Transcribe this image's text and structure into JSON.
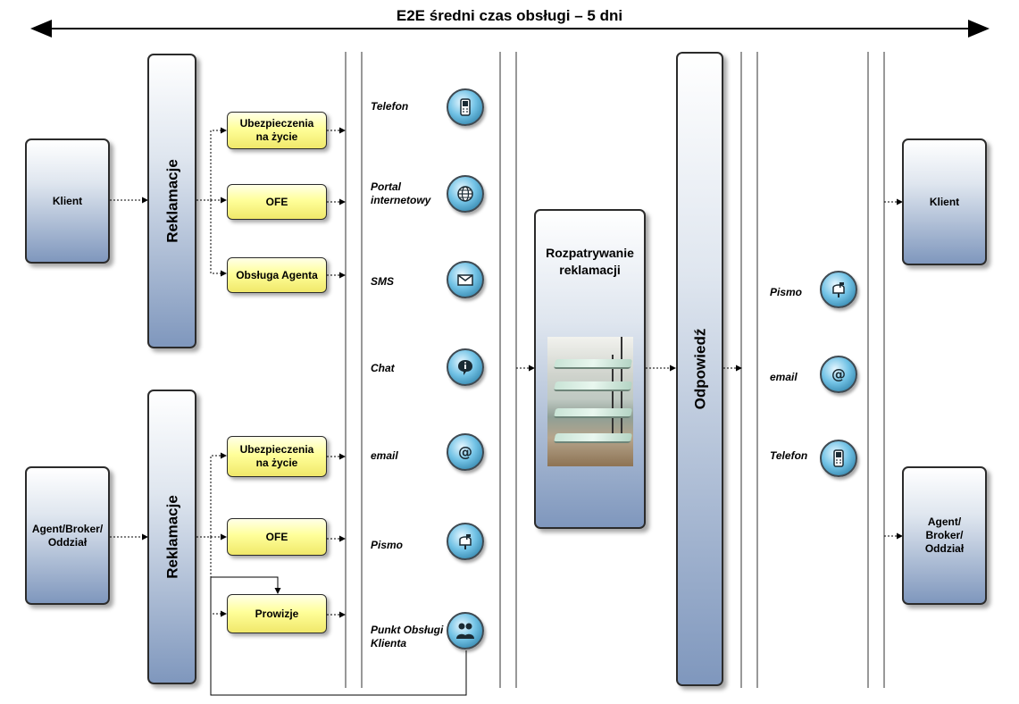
{
  "title": "E2E średni czas obsługi – 5 dni",
  "sources": {
    "klient": "Klient",
    "agent_lines": [
      "Agent/Broker/",
      "Oddział"
    ]
  },
  "reklamacje_top": "Reklamacje",
  "reklamacje_bottom": "Reklamacje",
  "categories_top": {
    "ubezp_lines": [
      "Ubezpieczenia",
      "na życie"
    ],
    "ofe": "OFE",
    "agent": "Obsługa Agenta"
  },
  "categories_bottom": {
    "ubezp_lines": [
      "Ubezpieczenia",
      "na życie"
    ],
    "ofe": "OFE",
    "prowizje": "Prowizje"
  },
  "channels_in": [
    {
      "lines": [
        "Telefon"
      ],
      "icon": "phone-icon"
    },
    {
      "lines": [
        "Portal",
        "internetowy"
      ],
      "icon": "globe-icon"
    },
    {
      "lines": [
        "SMS"
      ],
      "icon": "envelope-icon"
    },
    {
      "lines": [
        "Chat"
      ],
      "icon": "chat-icon"
    },
    {
      "lines": [
        "email"
      ],
      "icon": "at-icon"
    },
    {
      "lines": [
        "Pismo"
      ],
      "icon": "mailbox-icon"
    },
    {
      "lines": [
        "Punkt Obsługi",
        "Klienta"
      ],
      "icon": "people-icon"
    }
  ],
  "processing_lines": [
    "Rozpatrywanie",
    "reklamacji"
  ],
  "response": "Odpowiedź",
  "channels_out": [
    {
      "lines": [
        "Pismo"
      ],
      "icon": "mailbox-icon"
    },
    {
      "lines": [
        "email"
      ],
      "icon": "at-icon"
    },
    {
      "lines": [
        "Telefon"
      ],
      "icon": "phone-icon"
    }
  ],
  "targets": {
    "klient": "Klient",
    "agent_lines": [
      "Agent/",
      "Broker/",
      "Oddział"
    ]
  },
  "colors": {
    "box_gradient_top": "#ffffff",
    "box_gradient_bottom": "#7f97bd",
    "category_fill": "#ffff9a",
    "icon_blue": "#1b6e97"
  }
}
